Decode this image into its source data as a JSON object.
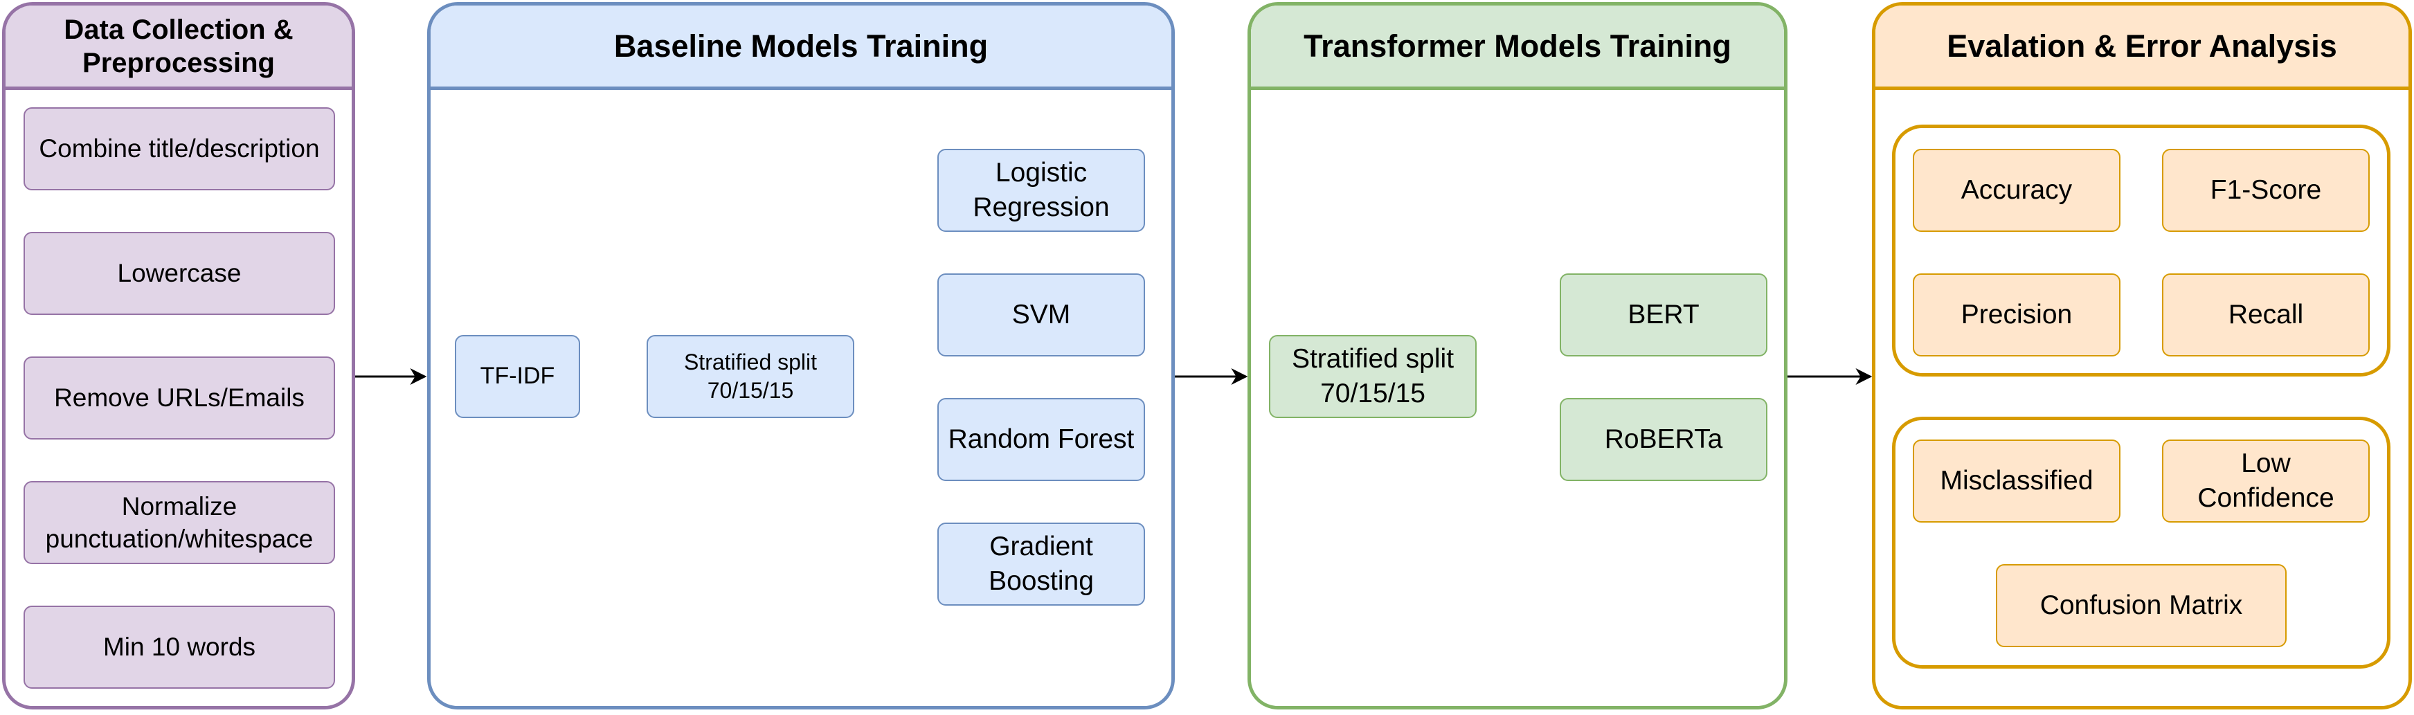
{
  "colors": {
    "purple_fill": "#e1d5e7",
    "purple_stroke": "#9673a6",
    "blue_fill": "#dae8fc",
    "blue_stroke": "#6c8ebf",
    "green_fill": "#d5e8d4",
    "green_stroke": "#82b366",
    "orange_fill": "#ffe6cc",
    "orange_stroke": "#d79b00"
  },
  "preprocessing": {
    "title": "Data Collection & Preprocessing",
    "steps": [
      "Combine title/description",
      "Lowercase",
      "Remove URLs/Emails",
      "Normalize punctuation/whitespace",
      "Min 10 words"
    ]
  },
  "baseline": {
    "title": "Baseline Models Training",
    "tfidf": "TF-IDF",
    "split": "Stratified split 70/15/15",
    "models": [
      "Logistic Regression",
      "SVM",
      "Random Forest",
      "Gradient Boosting"
    ]
  },
  "transformer": {
    "title": "Transformer Models Training",
    "split": "Stratified split 70/15/15",
    "models": [
      "BERT",
      "RoBERTa"
    ]
  },
  "evaluation": {
    "title": "Evalation & Error Analysis",
    "metrics": [
      "Accuracy",
      "F1-Score",
      "Precision",
      "Recall"
    ],
    "errors": [
      "Misclassified",
      "Low Confidence",
      "Confusion Matrix"
    ]
  }
}
